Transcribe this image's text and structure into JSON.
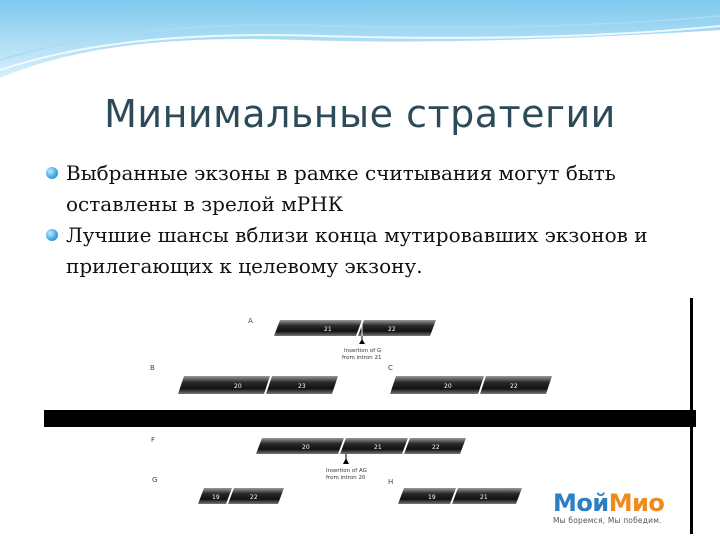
{
  "slide": {
    "title": "Минимальные стратегии",
    "bullets": [
      "Выбранные экзоны в рамке считывания могут быть оставлены в зрелой мРНК",
      "Лучшие шансы вблизи конца мутировавших экзонов и прилегающих к целевому экзону."
    ]
  },
  "diagram": {
    "panel_labels": [
      "A",
      "B",
      "C",
      "F",
      "G",
      "H"
    ],
    "exon_numbers": {
      "a_left": "21",
      "a_right": "22",
      "b_left": "20",
      "b_right": "23",
      "c_left": "20",
      "c_right": "22",
      "f_left": "20",
      "f_mid": "21",
      "f_right": "22",
      "g_left": "19",
      "g_right": "22",
      "h_left": "19",
      "h_right": "21"
    },
    "insertion_g": [
      "Insertion of G",
      "from intron 21"
    ],
    "insertion_ag": [
      "Insertion of AG",
      "from intron 20"
    ]
  },
  "logo": {
    "part1": "Мой",
    "part2": "Мио",
    "tagline": "Мы боремся, Мы победим."
  },
  "colors": {
    "title": "#2c4a58",
    "bullet": "#3aa6de",
    "logo_blue": "#2b7fc4",
    "logo_orange": "#f08a1c"
  }
}
